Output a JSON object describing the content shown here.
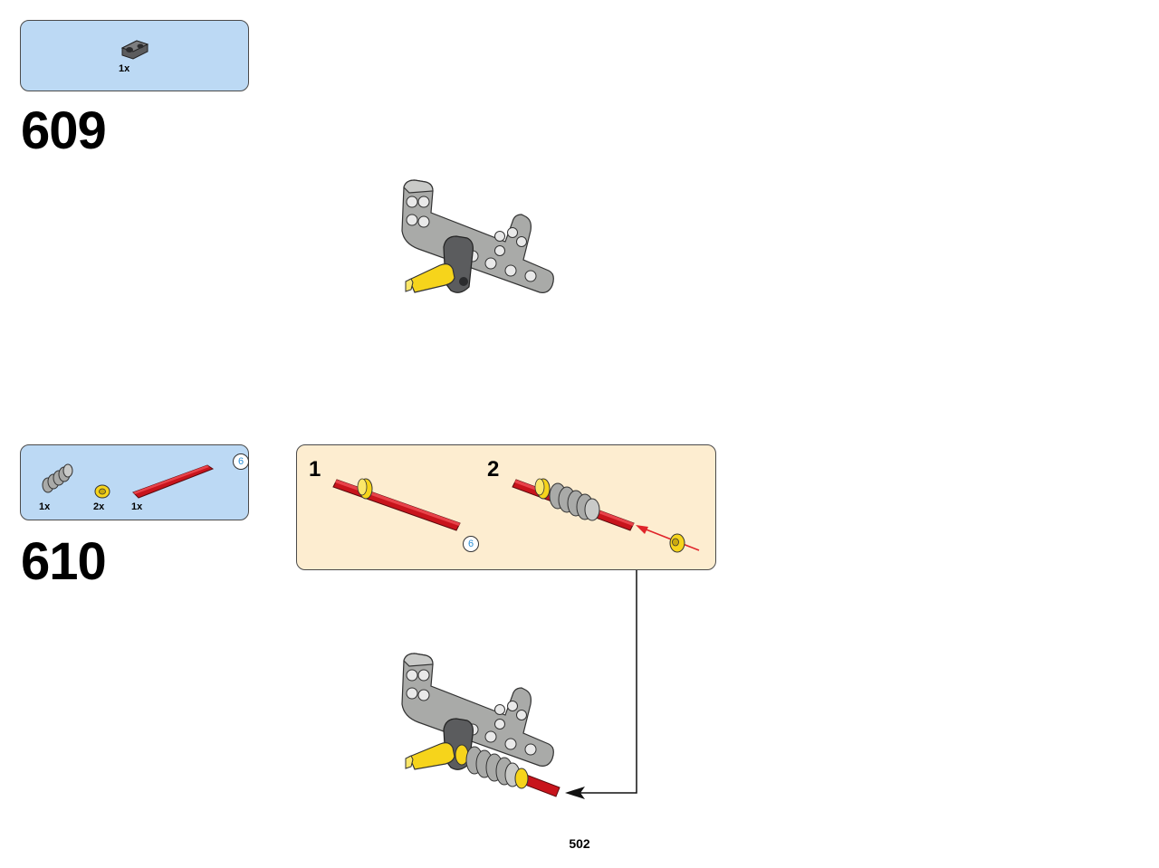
{
  "steps": [
    {
      "number": "609",
      "parts": [
        {
          "name": "axle-pin-connector",
          "qty": "1x"
        }
      ]
    },
    {
      "number": "610",
      "parts": [
        {
          "name": "worm-gear",
          "qty": "1x"
        },
        {
          "name": "bush",
          "qty": "2x"
        },
        {
          "name": "red-axle",
          "qty": "1x",
          "length": "6"
        }
      ],
      "callout": {
        "substeps": [
          {
            "number": "1",
            "length_badge": "6"
          },
          {
            "number": "2"
          }
        ]
      }
    }
  ],
  "page_number": "502",
  "colors": {
    "parts_box": "#bcd9f4",
    "callout_box": "#fdedd0",
    "light_gray": "#a9aaa8",
    "dark_gray": "#5b5c5e",
    "yellow": "#f6d41b",
    "red": "#c8141c",
    "length_badge": "#2a8fd6",
    "arrow": "#e0242a"
  }
}
